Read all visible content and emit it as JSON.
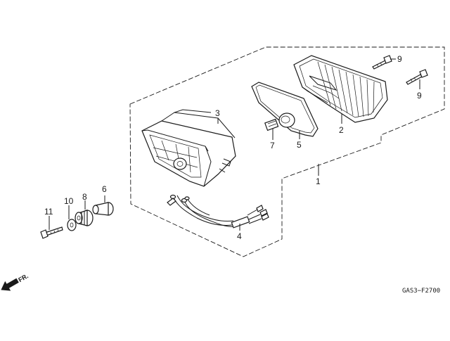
{
  "parts": [
    {
      "id": "1",
      "label": "1"
    },
    {
      "id": "2",
      "label": "2"
    },
    {
      "id": "3",
      "label": "3"
    },
    {
      "id": "4",
      "label": "4"
    },
    {
      "id": "5",
      "label": "5"
    },
    {
      "id": "6",
      "label": "6"
    },
    {
      "id": "7",
      "label": "7"
    },
    {
      "id": "8",
      "label": "8"
    },
    {
      "id": "9a",
      "label": "9"
    },
    {
      "id": "9b",
      "label": "9"
    },
    {
      "id": "10",
      "label": "10"
    },
    {
      "id": "11",
      "label": "11"
    }
  ],
  "diagram_code": "GAS3−F2700",
  "direction_label": "FR.",
  "colors": {
    "line": "#1a1a1a",
    "background": "#ffffff"
  }
}
